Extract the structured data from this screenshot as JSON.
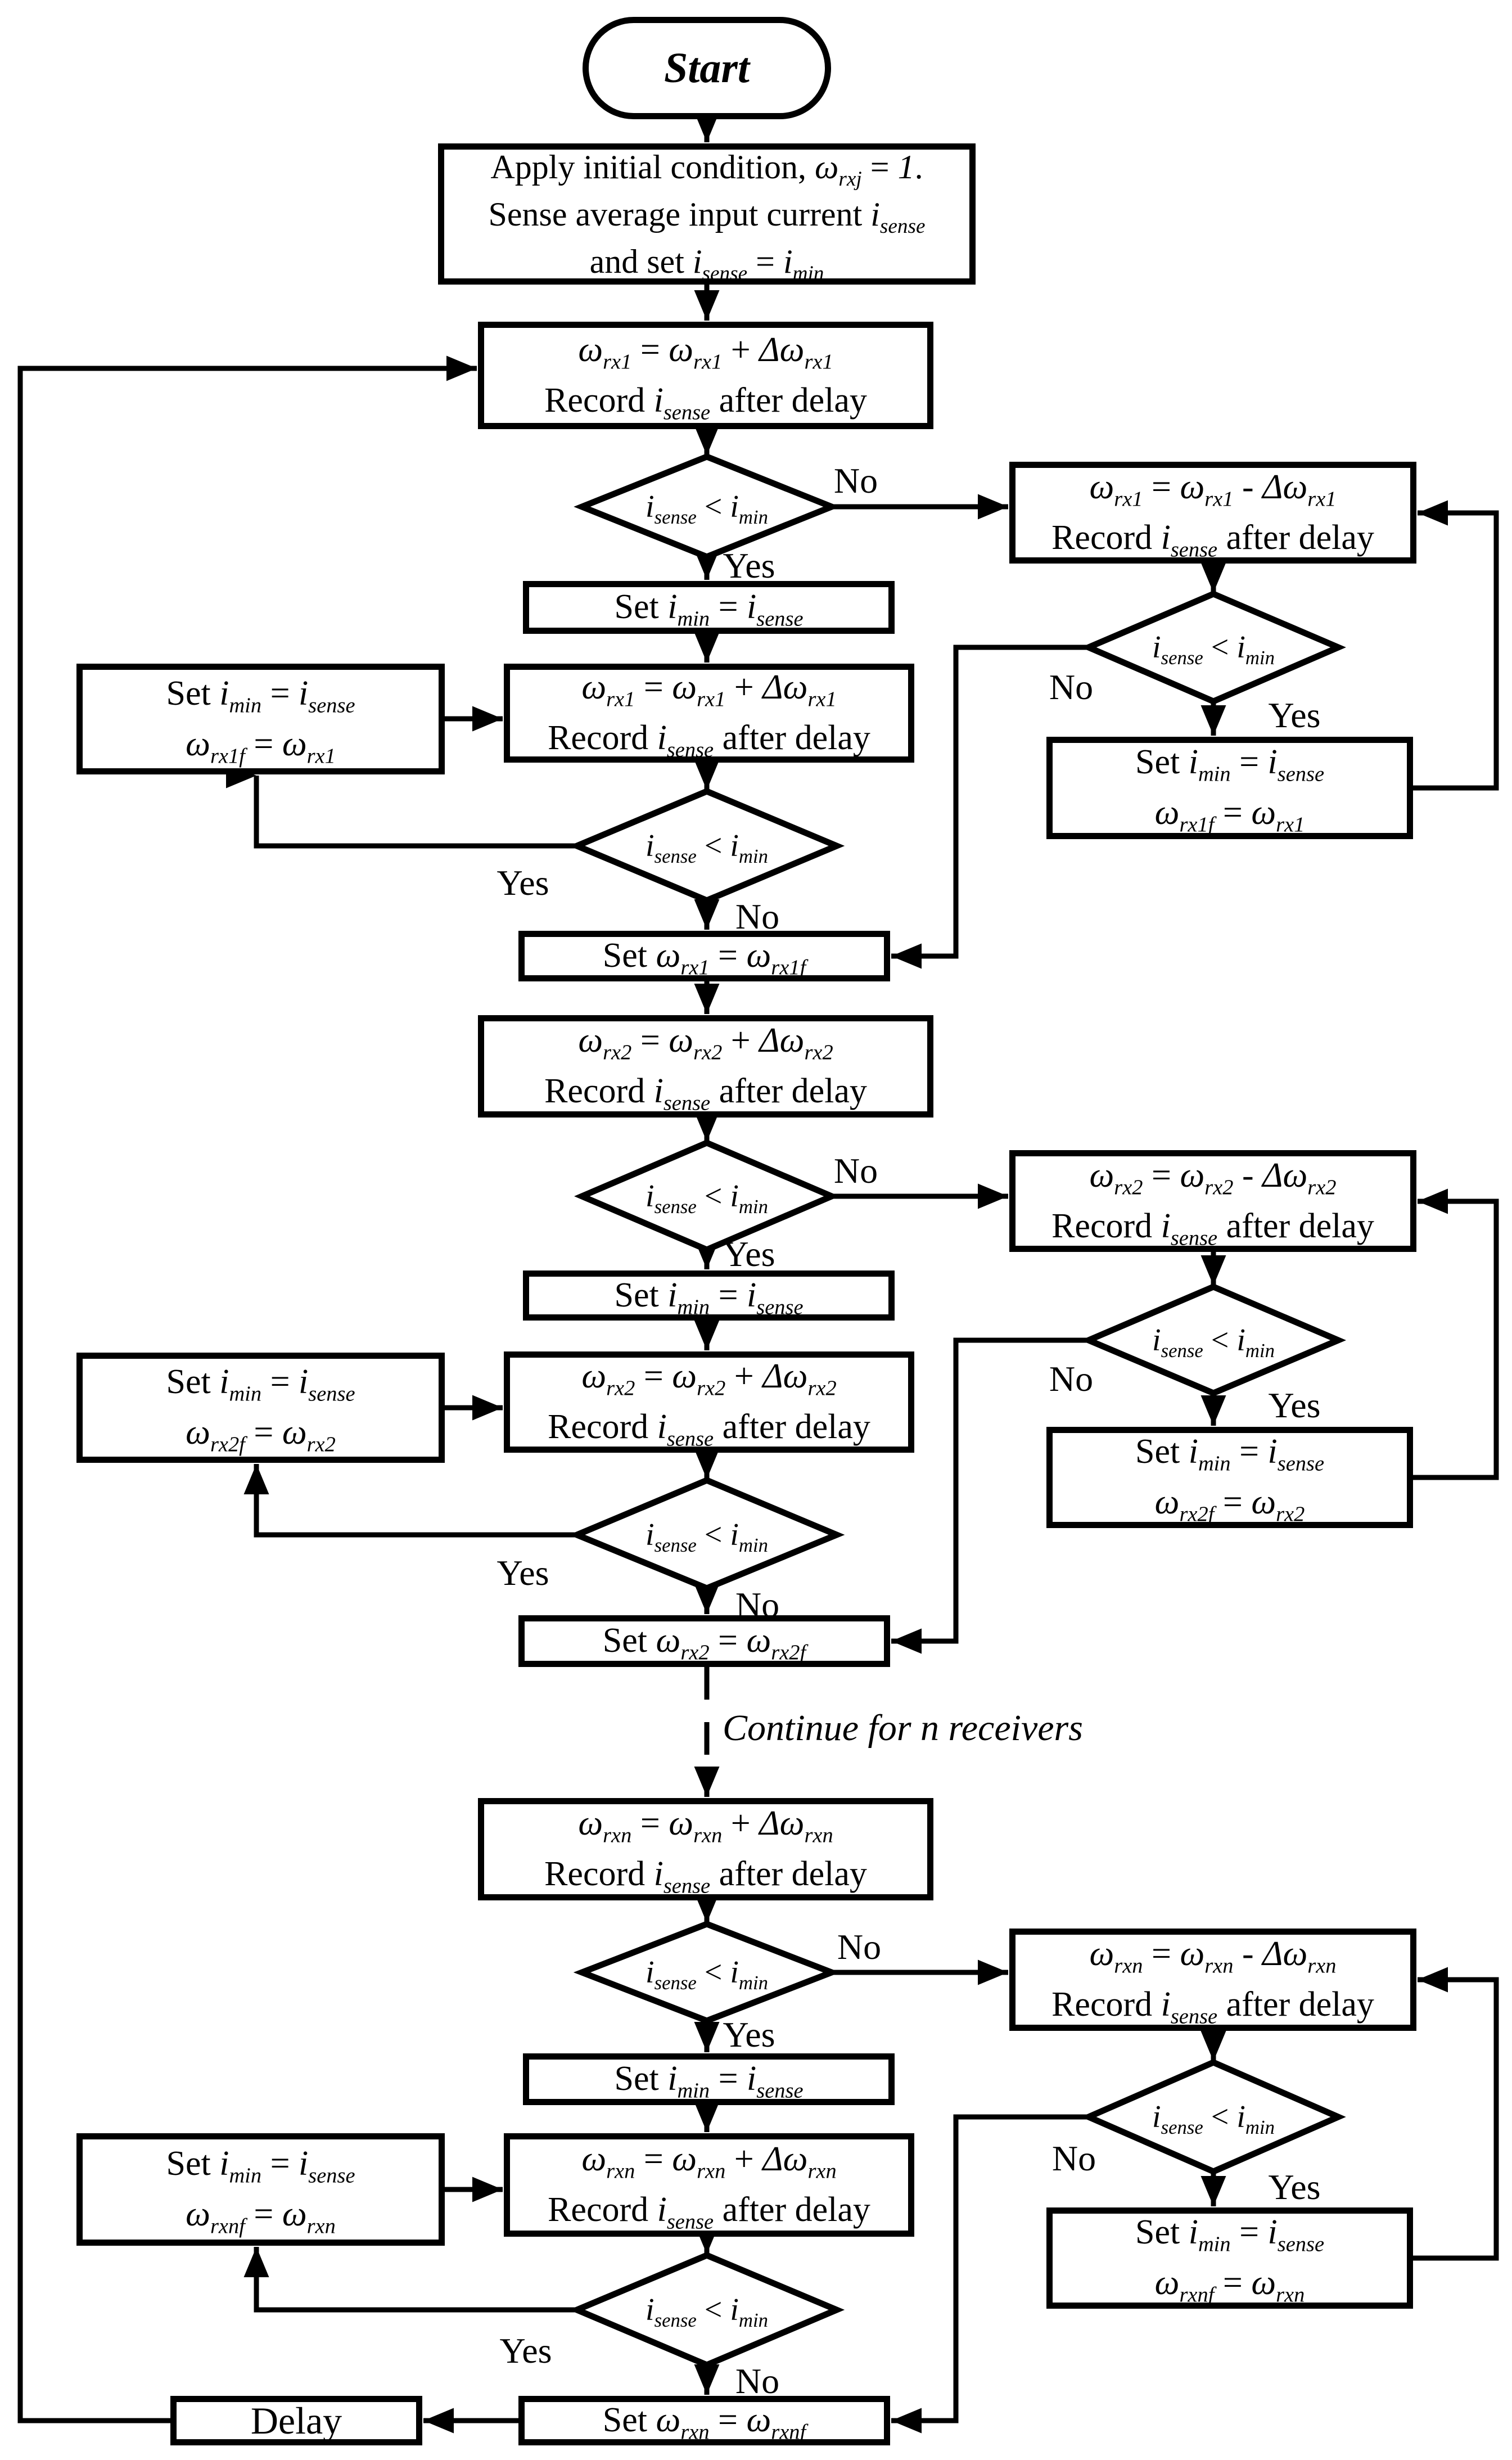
{
  "labels": {
    "start": "Start",
    "yes": "Yes",
    "no": "No",
    "delay": "Delay",
    "continue_note": "Continue for n receivers"
  },
  "nodes": {
    "init": "Apply initial condition, *ω_{rxj}* = *1*.\nSense average input current *i_{sense}*\nand set *i_{sense}* = *i_{min}*",
    "condition": "*i_{sense}* < *i_{min}*",
    "set_imin": "Set *i_{min}* =  *i_{sense}*",
    "rx1": {
      "increase": "*ω_{rx1}* = *ω_{rx1}* + *Δω_{rx1}*\nRecord *i_{sense}* after delay",
      "decrease": "*ω_{rx1}* = *ω_{rx1}* - *Δω_{rx1}*\nRecord *i_{sense}* after delay",
      "save": "Set *i_{min}* =  *i_{sense}*\n*ω_{rx1f}* = *ω_{rx1}*",
      "restore": "Set *ω_{rx1}* = *ω_{rx1f}*"
    },
    "rx2": {
      "increase": "*ω_{rx2}* = *ω_{rx2}* + *Δω_{rx2}*\nRecord *i_{sense}* after delay",
      "decrease": "*ω_{rx2}* = *ω_{rx2}* - *Δω_{rx2}*\nRecord *i_{sense}* after delay",
      "save": "Set *i_{min}* =  *i_{sense}*\n*ω_{rx2f}* = *ω_{rx2}*",
      "restore": "Set *ω_{rx2}* = *ω_{rx2f}*"
    },
    "rxn": {
      "increase": "*ω_{rxn}* = *ω_{rxn}* + *Δω_{rxn}*\nRecord *i_{sense}* after delay",
      "decrease": "*ω_{rxn}* = *ω_{rxn}* - *Δω_{rxn}*\nRecord *i_{sense}* after delay",
      "save": "Set *i_{min}* =  *i_{sense}*\n*ω_{rxnf}* = *ω_{rxn}*",
      "restore": "Set *ω_{rxn}* = *ω_{rxnf}*"
    }
  }
}
